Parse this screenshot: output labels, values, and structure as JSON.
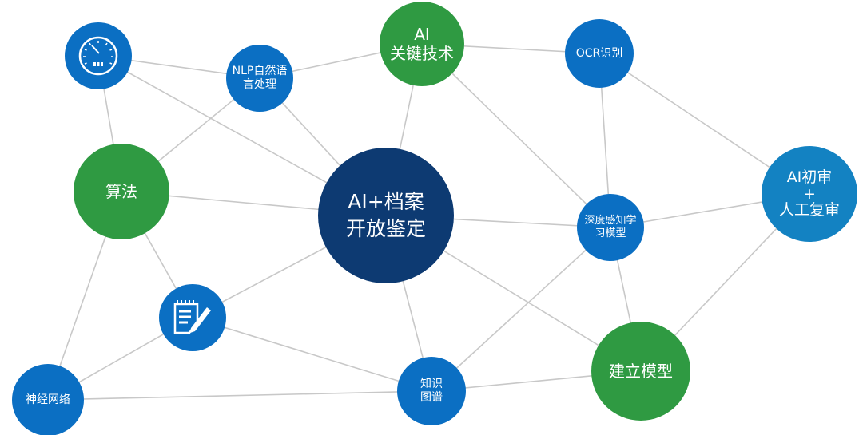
{
  "colors": {
    "blue": "#0b6fc3",
    "green": "#2f9a42",
    "navy": "#0d3a72",
    "teal": "#1382c2",
    "edge": "#c8c8c8"
  },
  "nodes": {
    "gauge": {
      "icon": "gauge-icon"
    },
    "nlp": {
      "lines": [
        "NLP自然语",
        "言处理"
      ]
    },
    "ai_tech": {
      "lines": [
        "AI",
        "关键技术"
      ]
    },
    "ocr": {
      "lines": [
        "OCR识别"
      ]
    },
    "algorithm": {
      "lines": [
        "算法"
      ]
    },
    "center": {
      "lines": [
        "AI+档案",
        "开放鉴定"
      ]
    },
    "deep": {
      "lines": [
        "深度感知学",
        "习模型"
      ]
    },
    "review": {
      "lines": [
        "AI初审",
        "+",
        "人工复审"
      ]
    },
    "notepad": {
      "icon": "notepad-pencil-icon"
    },
    "neural": {
      "lines": [
        "神经网络"
      ]
    },
    "kg": {
      "lines": [
        "知识",
        "图谱"
      ]
    },
    "model": {
      "lines": [
        "建立模型"
      ]
    }
  },
  "edges": [
    [
      "gauge",
      "nlp"
    ],
    [
      "gauge",
      "algorithm"
    ],
    [
      "gauge",
      "center"
    ],
    [
      "nlp",
      "ai_tech"
    ],
    [
      "nlp",
      "algorithm"
    ],
    [
      "nlp",
      "center"
    ],
    [
      "ai_tech",
      "ocr"
    ],
    [
      "ai_tech",
      "center"
    ],
    [
      "ai_tech",
      "deep"
    ],
    [
      "ocr",
      "deep"
    ],
    [
      "ocr",
      "review"
    ],
    [
      "algorithm",
      "center"
    ],
    [
      "algorithm",
      "notepad"
    ],
    [
      "algorithm",
      "neural"
    ],
    [
      "center",
      "deep"
    ],
    [
      "center",
      "notepad"
    ],
    [
      "center",
      "kg"
    ],
    [
      "center",
      "model"
    ],
    [
      "deep",
      "review"
    ],
    [
      "deep",
      "kg"
    ],
    [
      "deep",
      "model"
    ],
    [
      "review",
      "model"
    ],
    [
      "notepad",
      "kg"
    ],
    [
      "notepad",
      "neural"
    ],
    [
      "neural",
      "kg"
    ],
    [
      "kg",
      "model"
    ]
  ]
}
